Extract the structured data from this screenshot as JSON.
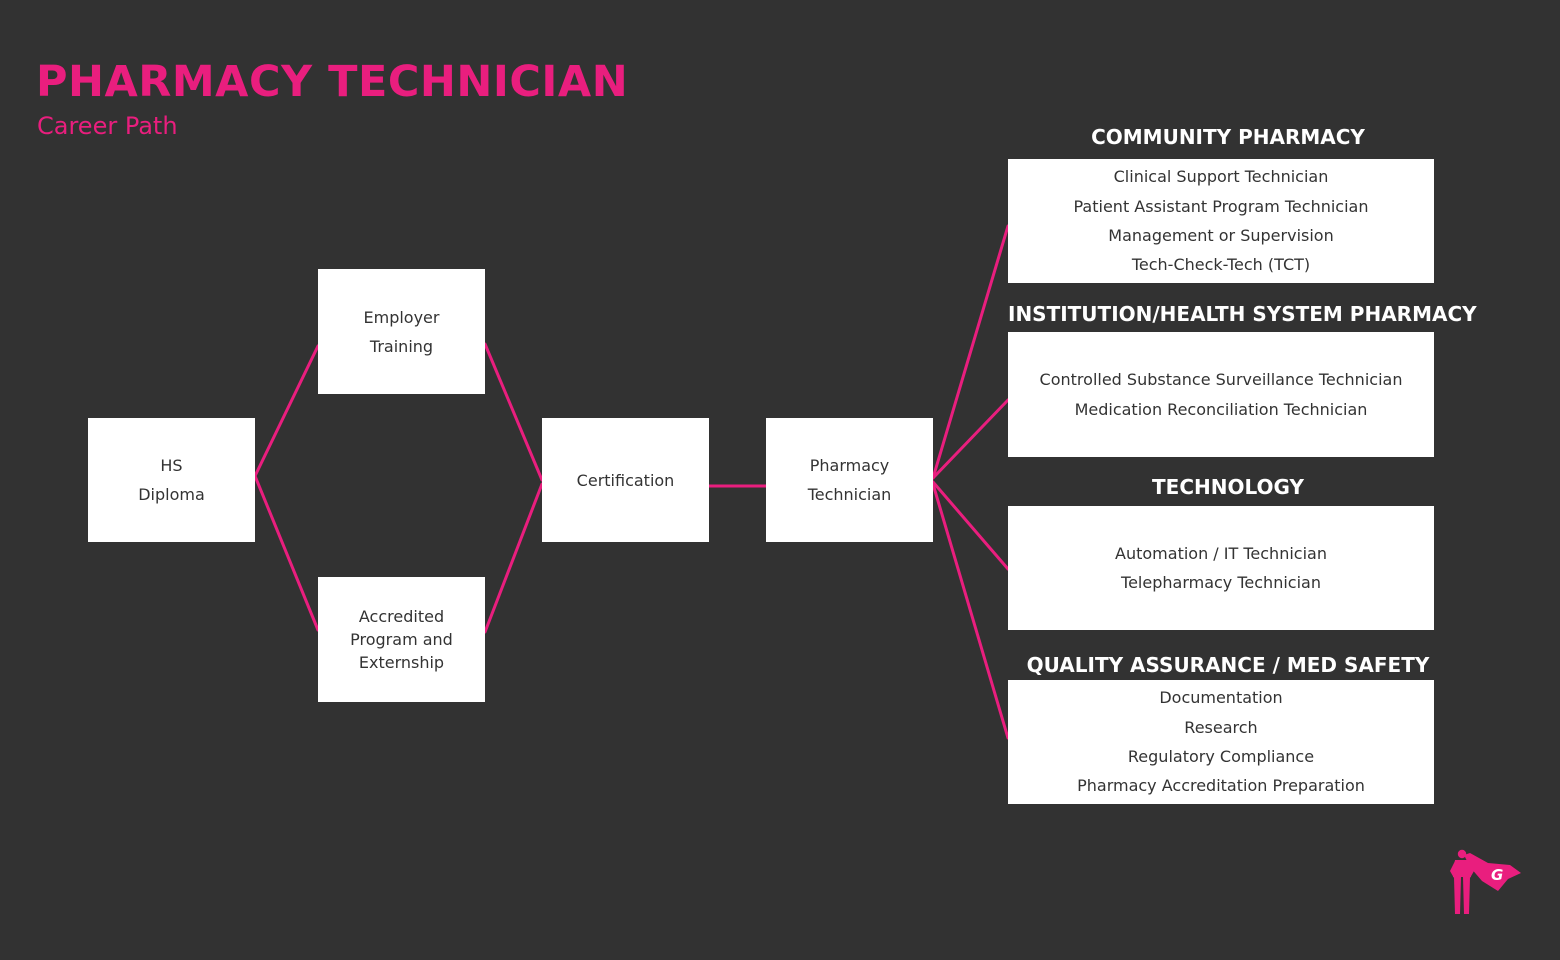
{
  "header": {
    "title": "PHARMACY TECHNICIAN",
    "subtitle": "Career Path"
  },
  "colors": {
    "accent": "#e91e7e",
    "background": "#323232",
    "box": "#ffffff",
    "box_text": "#333333"
  },
  "nodes": {
    "hs_diploma": "HS\nDiploma",
    "employer_training": "Employer\nTraining",
    "accredited_program": "Accredited\nProgram and\nExternship",
    "certification": "Certification",
    "pharmacy_technician": "Pharmacy\nTechnician"
  },
  "categories": [
    {
      "title": "COMMUNITY PHARMACY",
      "items": [
        "Clinical Support Technician",
        "Patient Assistant Program Technician",
        "Management or Supervision",
        "Tech-Check-Tech (TCT)"
      ]
    },
    {
      "title": "INSTITUTION/HEALTH SYSTEM PHARMACY",
      "items": [
        "Controlled Substance Surveillance Technician",
        "Medication Reconciliation Technician"
      ]
    },
    {
      "title": "TECHNOLOGY",
      "items": [
        "Automation / IT Technician",
        "Telepharmacy Technician"
      ]
    },
    {
      "title": "QUALITY ASSURANCE / MED SAFETY",
      "items": [
        "Documentation",
        "Research",
        "Regulatory Compliance",
        "Pharmacy Accreditation Preparation"
      ]
    }
  ],
  "logo": {
    "icon": "superhero-g-logo-icon",
    "letter": "G"
  }
}
